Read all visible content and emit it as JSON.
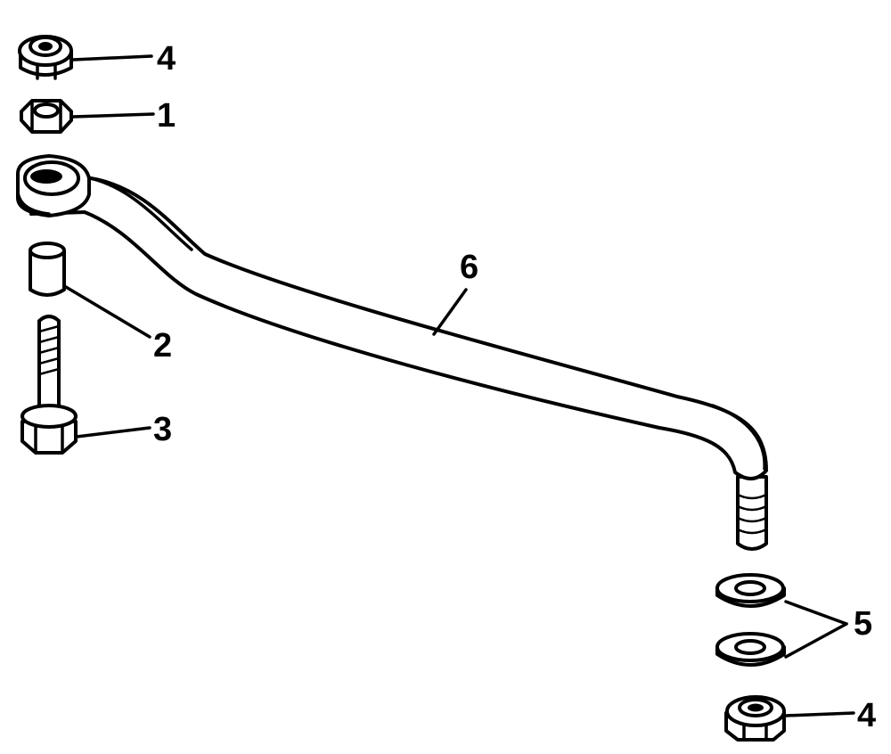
{
  "callouts": {
    "nut_top": "4",
    "washer_top": "1",
    "spacer": "2",
    "bolt": "3",
    "washers": "5",
    "nut_bottom": "4",
    "link_rod": "6"
  },
  "colors": {
    "ink": "#000000",
    "paper": "#ffffff"
  }
}
